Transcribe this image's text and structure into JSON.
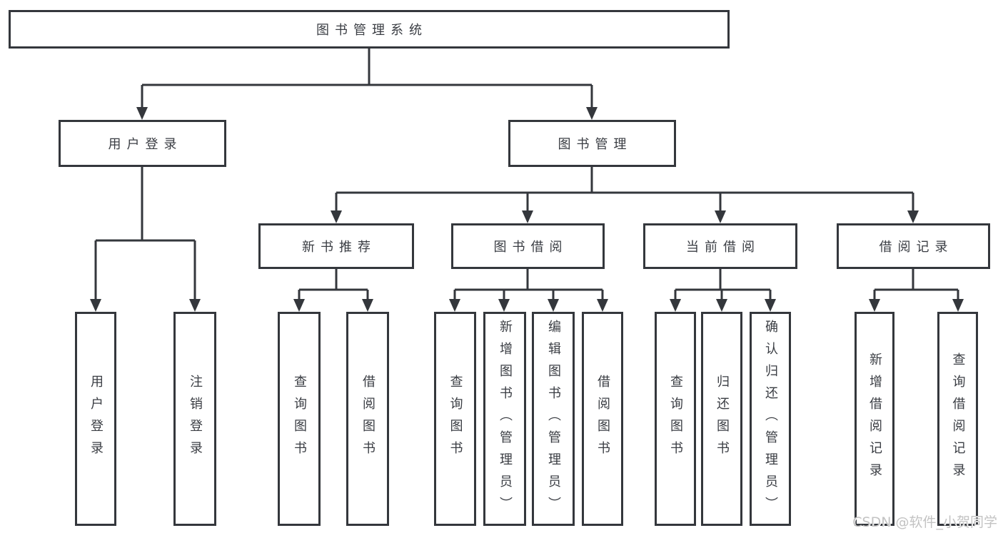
{
  "diagram": {
    "title": "图书管理系统",
    "root": {
      "label": "图书管理系统"
    },
    "level2": [
      {
        "label": "用户登录"
      },
      {
        "label": "图书管理"
      }
    ],
    "level3": [
      {
        "label": "新书推荐"
      },
      {
        "label": "图书借阅"
      },
      {
        "label": "当前借阅"
      },
      {
        "label": "借阅记录"
      }
    ],
    "leaves": {
      "user_login": [
        "用户登录",
        "注销登录"
      ],
      "new_book": [
        "查询图书",
        "借阅图书"
      ],
      "book_borrow": [
        "查询图书",
        "新增图书（管理员）",
        "编辑图书（管理员）",
        "借阅图书"
      ],
      "current_borrow": [
        "查询图书",
        "归还图书",
        "确认归还（管理员）"
      ],
      "borrow_records": [
        "新增借阅记录",
        "查询借阅记录"
      ]
    }
  },
  "watermark": {
    "text": "CSDN @软件_小贺同学"
  },
  "colors": {
    "line": "#34373c",
    "text": "#3a3d43",
    "watermark": "#c3c3c3",
    "background": "#ffffff"
  }
}
